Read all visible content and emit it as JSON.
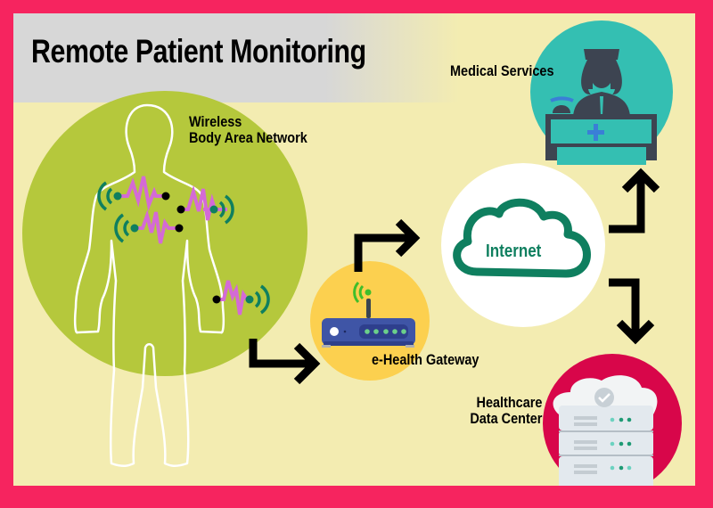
{
  "title": "Remote Patient Monitoring",
  "nodes": {
    "wban": {
      "label_line1": "Wireless",
      "label_line2": "Body Area Network",
      "icon": "human-body-sensors-icon"
    },
    "gateway": {
      "label": "e-Health Gateway",
      "icon": "router-icon"
    },
    "internet": {
      "label": "Internet",
      "icon": "cloud-icon"
    },
    "medical": {
      "label": "Medical Services",
      "icon": "reception-desk-nurse-icon"
    },
    "datacenter": {
      "label_line1": "Healthcare",
      "label_line2": "Data Center",
      "icon": "cloud-server-icon"
    }
  },
  "edges": [
    {
      "from": "Wireless Body Area Network",
      "to": "e-Health Gateway"
    },
    {
      "from": "e-Health Gateway",
      "to": "Internet"
    },
    {
      "from": "Internet",
      "to": "Medical Services"
    },
    {
      "from": "Internet",
      "to": "Healthcare Data Center"
    }
  ],
  "colors": {
    "frame": "#f6245f",
    "background": "#f3ecb1",
    "wban_circle": "#b5c83c",
    "gateway_circle": "#fcd04f",
    "internet_circle": "#ffffff",
    "medical_circle": "#34bfb2",
    "datacenter_circle": "#d8064a",
    "cloud_stroke": "#0f7f5f",
    "sensor_wave": "#d46ad6",
    "sensor_signal": "#0f7f5f"
  }
}
